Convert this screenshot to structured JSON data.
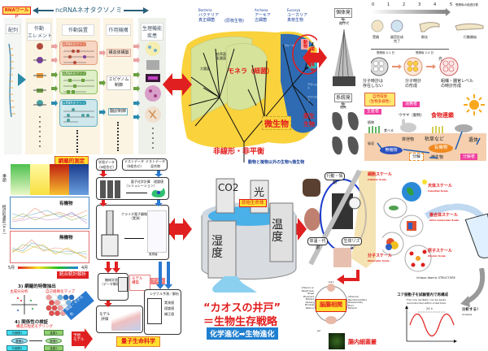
{
  "ncrna": {
    "rna_world": "RNAワールド",
    "title": "ncRNAネオタクソノミ",
    "columns": [
      "配列",
      "作動\nエレメント",
      "作動装置",
      "作用機構",
      "生理機能\n疾患"
    ],
    "panels": [
      "ncRNAタクソノミ",
      "ncRNAタクソノミ",
      "ncRNAタクソノミ"
    ],
    "mechanisms": [
      "構造体構築",
      "エピゲノム\n制御",
      "翻訳制御"
    ]
  },
  "tree": {
    "domains": [
      {
        "en": "Bacteria",
        "ja": "バクテリア",
        "sub": "真正細菌"
      },
      {
        "en": "",
        "ja": "(原核生物)",
        "sub": ""
      },
      {
        "en": "Archaea",
        "ja": "アーキア",
        "sub": "古細菌"
      },
      {
        "en": "Eucarya",
        "ja": "ユーカリア",
        "sub": "真核生物"
      }
    ],
    "monera": "モネラ（細菌）",
    "daichokin": "大腸菌",
    "labels_small": [
      "枯草菌",
      "乳酸菌",
      "グループ",
      "アヴリムシ",
      "ミドリムシ"
    ],
    "animals": "動物",
    "fungi": "菌類",
    "plants": "植物",
    "protists": "原生生物",
    "microbes": "微生物",
    "nonlinear": "非線形・非平衡",
    "caption": "動物と植物以外の生物≒微生物"
  },
  "development": {
    "ontogeny": "個体発生",
    "larva": "稚仔代",
    "timeline_label": "受精後の経過日数",
    "ticks": [
      "0",
      "1",
      "2",
      "3",
      "4",
      "5"
    ],
    "stages": [
      "受精",
      "器官形成\n完了",
      "孵化",
      "行動開始"
    ],
    "periods": [
      "受精後 0-1 日",
      "受精後 2-4 日"
    ],
    "light": "光",
    "clock_stages": [
      "分子時計は\n存在しない",
      "分子時計\nの形成",
      "組織・器官レベル\nの時計形成"
    ],
    "phylogeny": "系統発生",
    "ancestor": "祖先"
  },
  "foodchain": {
    "environment": "自然環境\n（生物多様性）",
    "consumer": "消費者",
    "producer": "生産者",
    "rabbit": "ウサギ（動物）",
    "title": "食物連鎖",
    "plant": "植物",
    "eat": "食べる",
    "absorb": "吸収",
    "excrement": "排泄物",
    "dead_grass": "枯草など",
    "corpse": "遺体",
    "inorganic": "無機物",
    "organic": "有機物",
    "decompose": "分解",
    "microbe": "微生物",
    "decomposer": "分解者"
  },
  "measurement": {
    "title": "網羅的測定",
    "season_label": "季節",
    "y_label": "相対的濃度 [a.u.]",
    "organic": "有機物",
    "inorganic": "無機物",
    "month_start": "5月",
    "month_end": "4月",
    "integrated": "統合統計解析",
    "feature_title": "3) 網羅的特徴抽出",
    "pca": "主成分分析",
    "som": "自己組織化マップ",
    "relation_title": "4) 関係性の検証",
    "sem": "構造方程式モデリング",
    "nodes": [
      "代謝物1",
      "要素A",
      "代謝物2",
      "金属1",
      "要素B",
      "金属2"
    ],
    "prediction": "予想\nモデル",
    "gen_model": "検証・モデル化"
  },
  "quantum": {
    "train_data": "学習データ\n(a組合せ)",
    "test_data": "テストデータ\n(b組合せ)",
    "test_data2": "テストデータ\n混合物",
    "quantum_calc": "量子化学計算\n（シミュレーション）",
    "theory": "理論値",
    "cryo": "クライオ電子顕微鏡\n（実測）",
    "measured": "実測値",
    "ml": "機械学習\n（データ解析）",
    "model_build": "モデル\n構築",
    "test": "テスト",
    "model_eval": "モデル\n評価",
    "signal": "シグナル予測／解析",
    "signal_items": [
      "実測値",
      "理論値",
      "補正値"
    ],
    "title": "量子生命科学"
  },
  "well": {
    "co2": "CO2",
    "light": "光",
    "temperature": "温度",
    "humidity": "湿度",
    "primordial": "原始生命体",
    "chaos": "“カオスの井戸”",
    "strategy": "＝生物生存戦略",
    "evolution": "化学進化➡生物進化"
  },
  "rhythm": {
    "behavior": "行動・情動",
    "metabolism": "体温・代謝",
    "circadian": "生体リズム",
    "brain_gut": "脳腸相関",
    "microbiome": "腸内細菌叢",
    "influence_left": [
      "Influence on",
      "Weight Gain",
      "Bowel Movement",
      "Nutrient Delivery",
      "Microbial Balance"
    ],
    "influence_right": [
      "Influences",
      "Neurotransmitters",
      "Stress/Anxiety",
      "Mood",
      "Behavior"
    ],
    "brain": "brain",
    "gut": "gut"
  },
  "scales": {
    "cellular": {
      "ja": "細胞スケール",
      "en": "Cellular Scale"
    },
    "celestial": {
      "ja": "天体スケール",
      "en": "Celestial Scale"
    },
    "intermolecular": {
      "ja": "複合体スケール",
      "en": "Inter-molecular Scale"
    },
    "molecular": {
      "ja": "分子スケール",
      "en": "Molecular Scale"
    },
    "atomic": {
      "ja": "原子スケール",
      "en": "Atomic Scale"
    },
    "mix": "Mix",
    "structure": "Unique Atomic STRUCTURE",
    "core_title": "コア振動子を試験管内で再構成",
    "core_en": "The core oscillator can be easily reconstructed within a test tube",
    "period": "24 h",
    "analyze": "分析する！",
    "analysis": "Analysis"
  },
  "colors": {
    "red_accent": "#e21b1b",
    "blue_accent": "#1f5fb5",
    "yellow": "#f9d23c",
    "tree_green": "#d6e39a",
    "eucarya_blue": "#2e6bb3"
  }
}
